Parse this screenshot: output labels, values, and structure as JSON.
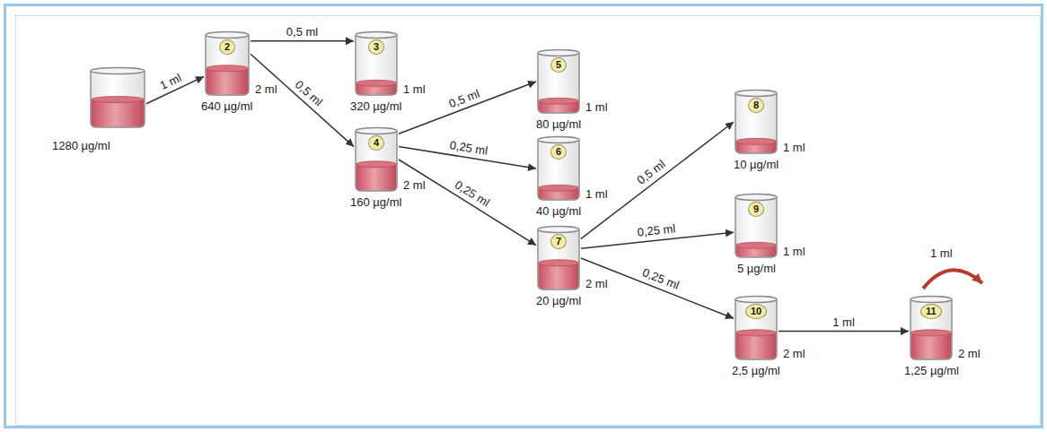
{
  "diagram": {
    "nodes": [
      {
        "text": [
          "1280 µg/ml"
        ]
      },
      {
        "text": [
          "2",
          "2 ml",
          "640 µg/ml"
        ]
      },
      {
        "text": [
          "3",
          "1 ml",
          "320 µg/ml"
        ]
      },
      {
        "text": [
          "4",
          "2 ml",
          "160 µg/ml"
        ]
      },
      {
        "text": [
          "5",
          "1 ml",
          "80 µg/ml"
        ]
      },
      {
        "text": [
          "6",
          "1 ml",
          "40 µg/ml"
        ]
      },
      {
        "text": [
          "7",
          "2 ml",
          "20 µg/ml"
        ]
      },
      {
        "text": [
          "8",
          "1 ml",
          "10 µg/ml"
        ]
      },
      {
        "text": [
          "9",
          "1 ml",
          "5 µg/ml"
        ]
      },
      {
        "text": [
          "10",
          "2 ml",
          "2,5 µg/ml"
        ]
      },
      {
        "text": [
          "11",
          "2 ml",
          "1,25 µg/ml"
        ]
      }
    ],
    "edges": [
      {
        "from": 0,
        "to": 1,
        "label": "1 ml",
        "arrow": "to"
      },
      {
        "from": 1,
        "to": 2,
        "label": "0,5 ml",
        "arrow": "to"
      },
      {
        "from": 1,
        "to": 3,
        "label": "0,5 ml",
        "arrow": "to"
      },
      {
        "from": 3,
        "to": 4,
        "label": "0,5 ml",
        "arrow": "to"
      },
      {
        "from": 3,
        "to": 5,
        "label": "0,25 ml",
        "arrow": "to"
      },
      {
        "from": 3,
        "to": 6,
        "label": "0,25 ml",
        "arrow": "to"
      },
      {
        "from": 6,
        "to": 7,
        "label": "0,5 ml",
        "arrow": "to"
      },
      {
        "from": 6,
        "to": 8,
        "label": "0,25 ml",
        "arrow": "to"
      },
      {
        "from": 6,
        "to": 9,
        "label": "0,25 ml",
        "arrow": "to"
      },
      {
        "from": 9,
        "to": 10,
        "label": "1 ml",
        "arrow": "to"
      }
    ],
    "labels": [
      "1 ml"
    ]
  }
}
